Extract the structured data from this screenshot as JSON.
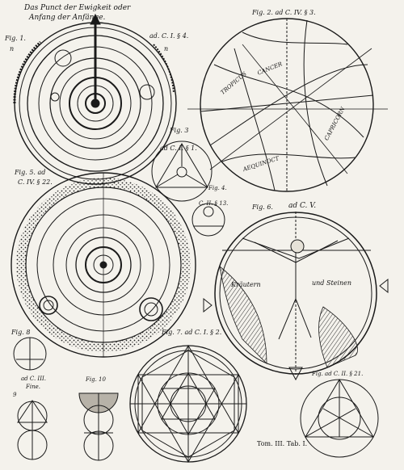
{
  "plate": {
    "title_line1": "Das Punct der Ewigkeit oder",
    "title_line2": "Anfang der Anfänge.",
    "signature": "Tom. III. Tab. I."
  },
  "figures": {
    "fig1": {
      "label": "Fig. 1.",
      "ref": "ad. C. I. § 4.",
      "letter_left": "n",
      "letter_right": "n"
    },
    "fig2": {
      "label": "Fig. 2. ad C. IV. § 3.",
      "zodiac_a": "CANCER",
      "zodiac_b": "CAPRICORN",
      "zodiac_c": "TROPICUS",
      "zodiac_d": "AEQUINOCT"
    },
    "fig3": {
      "label": "Fig. 3",
      "ref": "ad C. I. § 1."
    },
    "fig4": {
      "label": "Fig. 4.",
      "ref": "C. II. § 13."
    },
    "fig5": {
      "label": "Fig. 5. ad",
      "ref": "C. IV. § 22."
    },
    "fig6": {
      "label": "Fig. 6.",
      "ref": "ad C. V.",
      "text_left": "Kräutern",
      "text_right": "und Steinen"
    },
    "fig7": {
      "label": "Fig. 7. ad C. I. § 2."
    },
    "fig8": {
      "label": "Fig. 8"
    },
    "fig9": {
      "label": "ad C. III.",
      "sub": "Fine.",
      "num": "9"
    },
    "fig10": {
      "label": "Fig. 10"
    },
    "fig11": {
      "label": "Fig. ad C. II. § 21."
    }
  }
}
